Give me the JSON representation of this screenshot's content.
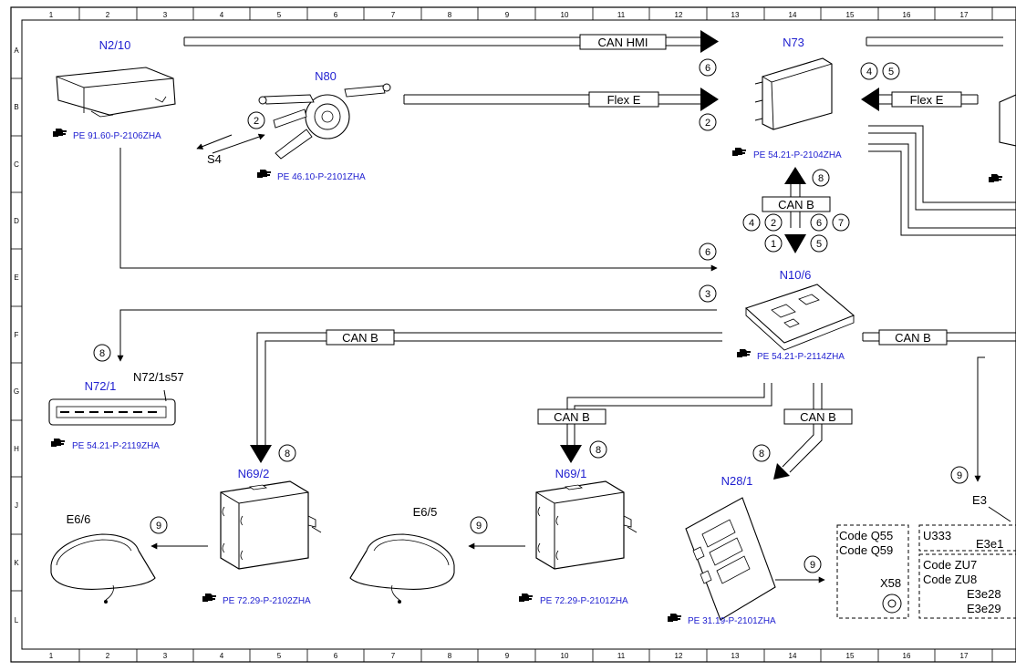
{
  "grid": {
    "columns": [
      "1",
      "2",
      "3",
      "4",
      "5",
      "6",
      "7",
      "8",
      "9",
      "10",
      "11",
      "12",
      "13",
      "14",
      "15",
      "16",
      "17"
    ],
    "rows": [
      "A",
      "B",
      "C",
      "D",
      "E",
      "F",
      "G",
      "H",
      "J",
      "K",
      "L"
    ]
  },
  "components": {
    "n2_10": {
      "name": "N2/10",
      "ref": "PE 91.60-P-2106ZHA"
    },
    "n80": {
      "name": "N80",
      "ref": "PE 46.10-P-2101ZHA",
      "sub": "S4"
    },
    "n73": {
      "name": "N73",
      "ref": "PE 54.21-P-2104ZHA"
    },
    "n10_6": {
      "name": "N10/6",
      "ref": "PE 54.21-P-2114ZHA"
    },
    "n72_1": {
      "name": "N72/1",
      "ref": "PE 54.21-P-2119ZHA",
      "sub": "N72/1s57"
    },
    "n69_2": {
      "name": "N69/2",
      "ref": "PE 72.29-P-2102ZHA"
    },
    "n69_1": {
      "name": "N69/1",
      "ref": "PE 72.29-P-2101ZHA"
    },
    "n28_1": {
      "name": "N28/1",
      "ref": "PE 31.19-P-2101ZHA"
    },
    "e6_6": {
      "name": "E6/6"
    },
    "e6_5": {
      "name": "E6/5"
    },
    "e3": {
      "name": "E3"
    },
    "x58": {
      "name": "X58"
    }
  },
  "buses": {
    "can_hmi": "CAN HMI",
    "flex_e": "Flex E",
    "can_b": "CAN B"
  },
  "codes": {
    "q55": "Code Q55",
    "q59": "Code Q59",
    "u333": "U333",
    "e3e1": "E3e1",
    "zu7": "Code ZU7",
    "zu8": "Code ZU8",
    "e3e28": "E3e28",
    "e3e29": "E3e29"
  },
  "markers": [
    "1",
    "2",
    "3",
    "4",
    "5",
    "6",
    "7",
    "8",
    "9"
  ],
  "icons": {
    "ref": "pointing-hand-icon"
  }
}
